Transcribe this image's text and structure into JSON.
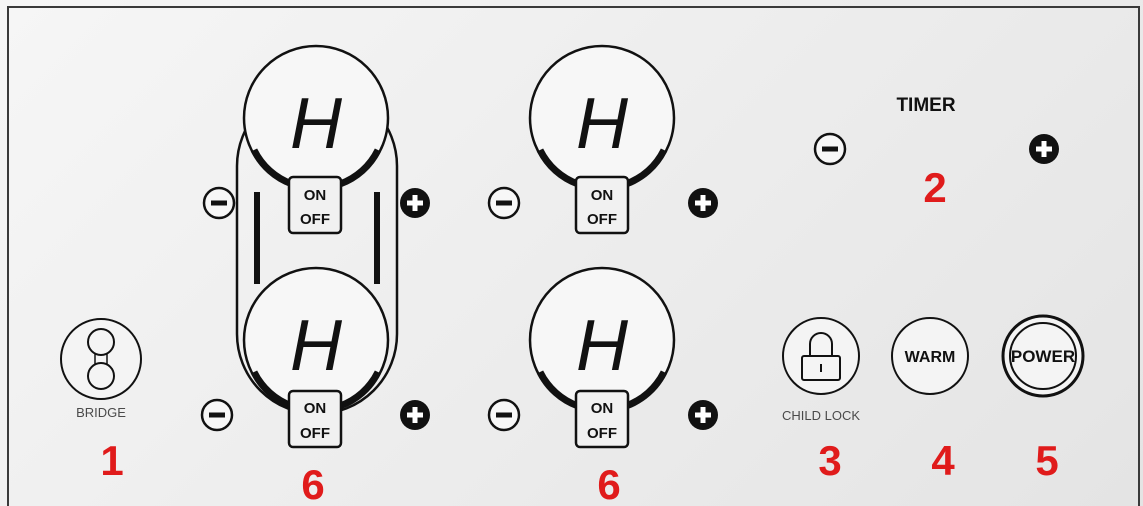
{
  "panel": {
    "timer_label": "TIMER",
    "bridge_label": "BRIDGE",
    "child_lock_label": "CHILD LOCK",
    "warm_label": "WARM",
    "power_label": "POWER",
    "on_label": "ON",
    "off_label": "OFF",
    "display_glyph": "H",
    "minus_icon": "minus-circle-icon",
    "plus_icon": "plus-circle-icon",
    "lock_icon": "padlock-icon",
    "bridge_icon": "bridge-zones-icon",
    "callout_color": "#e01b1b"
  },
  "callouts": {
    "bridge": "1",
    "timer": "2",
    "child_lock": "3",
    "warm": "4",
    "power": "5",
    "zones_left": "6",
    "zones_right": "6"
  }
}
